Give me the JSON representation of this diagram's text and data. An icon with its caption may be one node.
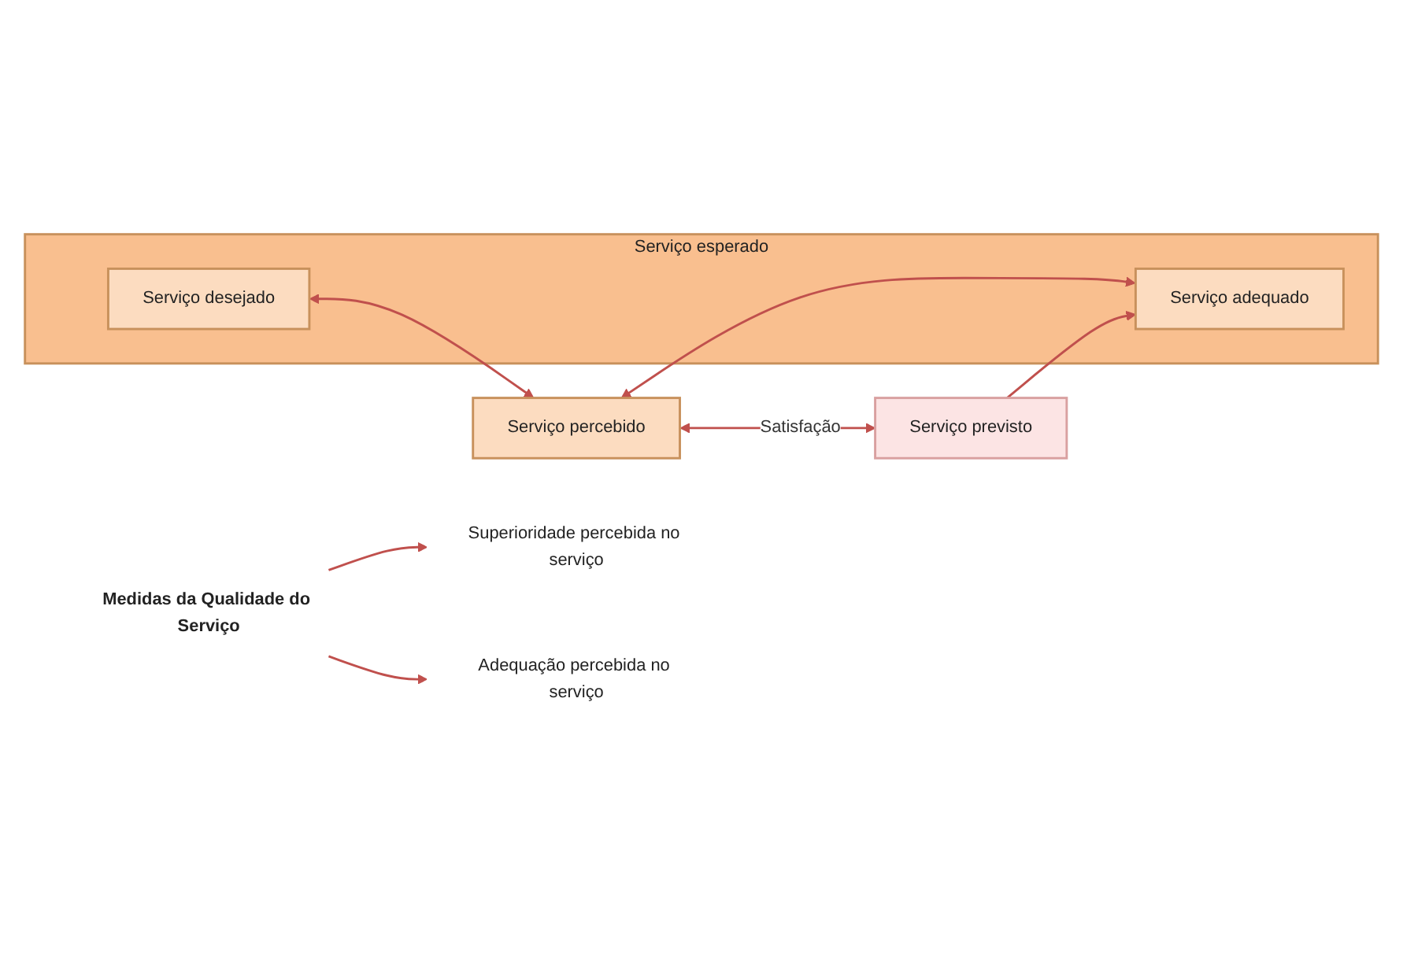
{
  "diagram": {
    "nodes": [
      {
        "text": [
          "Medidas da Qualidade do Serviço"
        ]
      },
      {
        "text": [
          "Superioridade percebida no serviço"
        ]
      },
      {
        "text": [
          "Adequação percebida no serviço"
        ]
      },
      {
        "text": [
          "Serviço esperado"
        ]
      },
      {
        "text": [
          "Serviço desejado"
        ],
        "in": 3
      },
      {
        "text": [
          "Serviço adequado"
        ],
        "in": 3
      },
      {
        "text": [
          "Serviço previsto"
        ]
      },
      {
        "text": [
          "Serviço percebido"
        ]
      }
    ],
    "edges": [
      {
        "from": 0,
        "to": 1,
        "arrow": "to"
      },
      {
        "from": 0,
        "to": 2,
        "arrow": "to"
      },
      {
        "from": 4,
        "to": 7,
        "arrow": "both"
      },
      {
        "from": 5,
        "to": 7,
        "arrow": "both"
      },
      {
        "from": 6,
        "to": 5,
        "arrow": "to"
      },
      {
        "from": 7,
        "to": 6,
        "arrow": "both",
        "label": "Satisfação"
      }
    ]
  }
}
